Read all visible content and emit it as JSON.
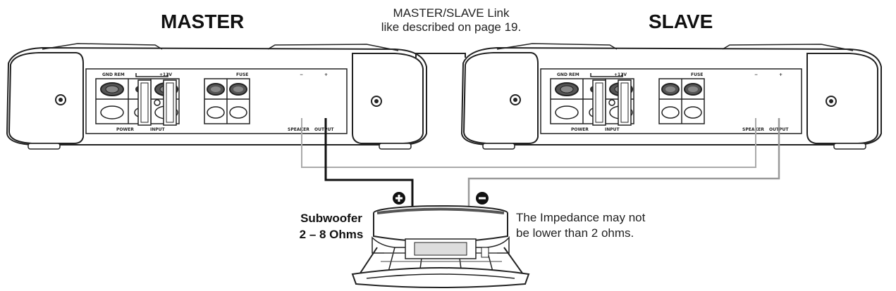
{
  "labels": {
    "master": "MASTER",
    "slave": "SLAVE",
    "link_line1": "MASTER/SLAVE Link",
    "link_line2": "like described on page 19.",
    "sub_line1": "Subwoofer",
    "sub_line2": "2 – 8 Ohms",
    "imp_line1": "The Impedance may not",
    "imp_line2": "be lower than 2 ohms.",
    "plus": "+",
    "minus": "−"
  },
  "amp_panel": {
    "gnd_rem": "GND REM",
    "plus12v": "+12V",
    "fuse": "FUSE",
    "power": "POWER",
    "input": "INPUT",
    "speaker": "SPEAKER",
    "output": "OUTPUT",
    "minus_mark": "−",
    "plus_mark": "+"
  }
}
